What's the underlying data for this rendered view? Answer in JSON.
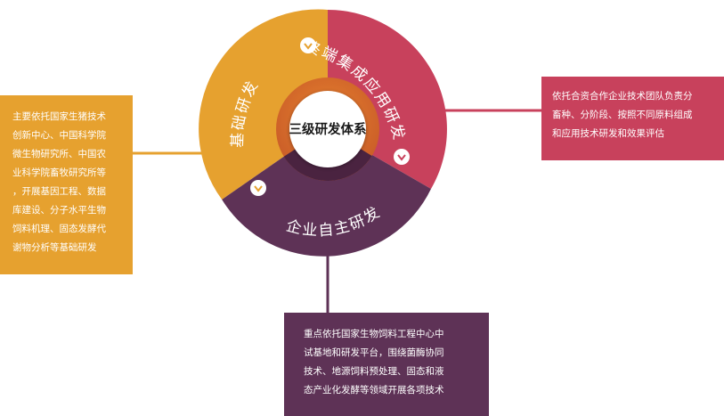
{
  "center_label": "三级研发体系",
  "segments": [
    {
      "label": "终端集成应用研发",
      "color": "#C8415C"
    },
    {
      "label": "基础研发",
      "color": "#E6A12F"
    },
    {
      "label": "企业自主研发",
      "color": "#5E3256"
    }
  ],
  "boxes": {
    "left": {
      "color": "#E6A12F",
      "text": [
        "主要依托国家生猪技术",
        "创新中心、中国科学院",
        "微生物研究所、中国农",
        "业科学院畜牧研究所等",
        "，开展基因工程、数据",
        "库建设、分子水平生物",
        "饲料机理、固态发酵代",
        "谢物分析等基础研发"
      ]
    },
    "right": {
      "color": "#C8415C",
      "text": [
        "依托合资合作企业技术团队负责分",
        "畜种、分阶段、按照不同原料组成",
        "和应用技术研发和效果评估"
      ]
    },
    "bottom": {
      "color": "#5E3256",
      "text": [
        "重点依托国家生物饲料工程中心中",
        "试基地和研发平台，围绕菌酶协同",
        "技术、地源饲料预处理、固态和液",
        "态产业化发酵等领域开展各项技术"
      ]
    }
  },
  "icons": [
    "check-chevron-icon",
    "check-chevron-icon",
    "check-chevron-icon"
  ]
}
